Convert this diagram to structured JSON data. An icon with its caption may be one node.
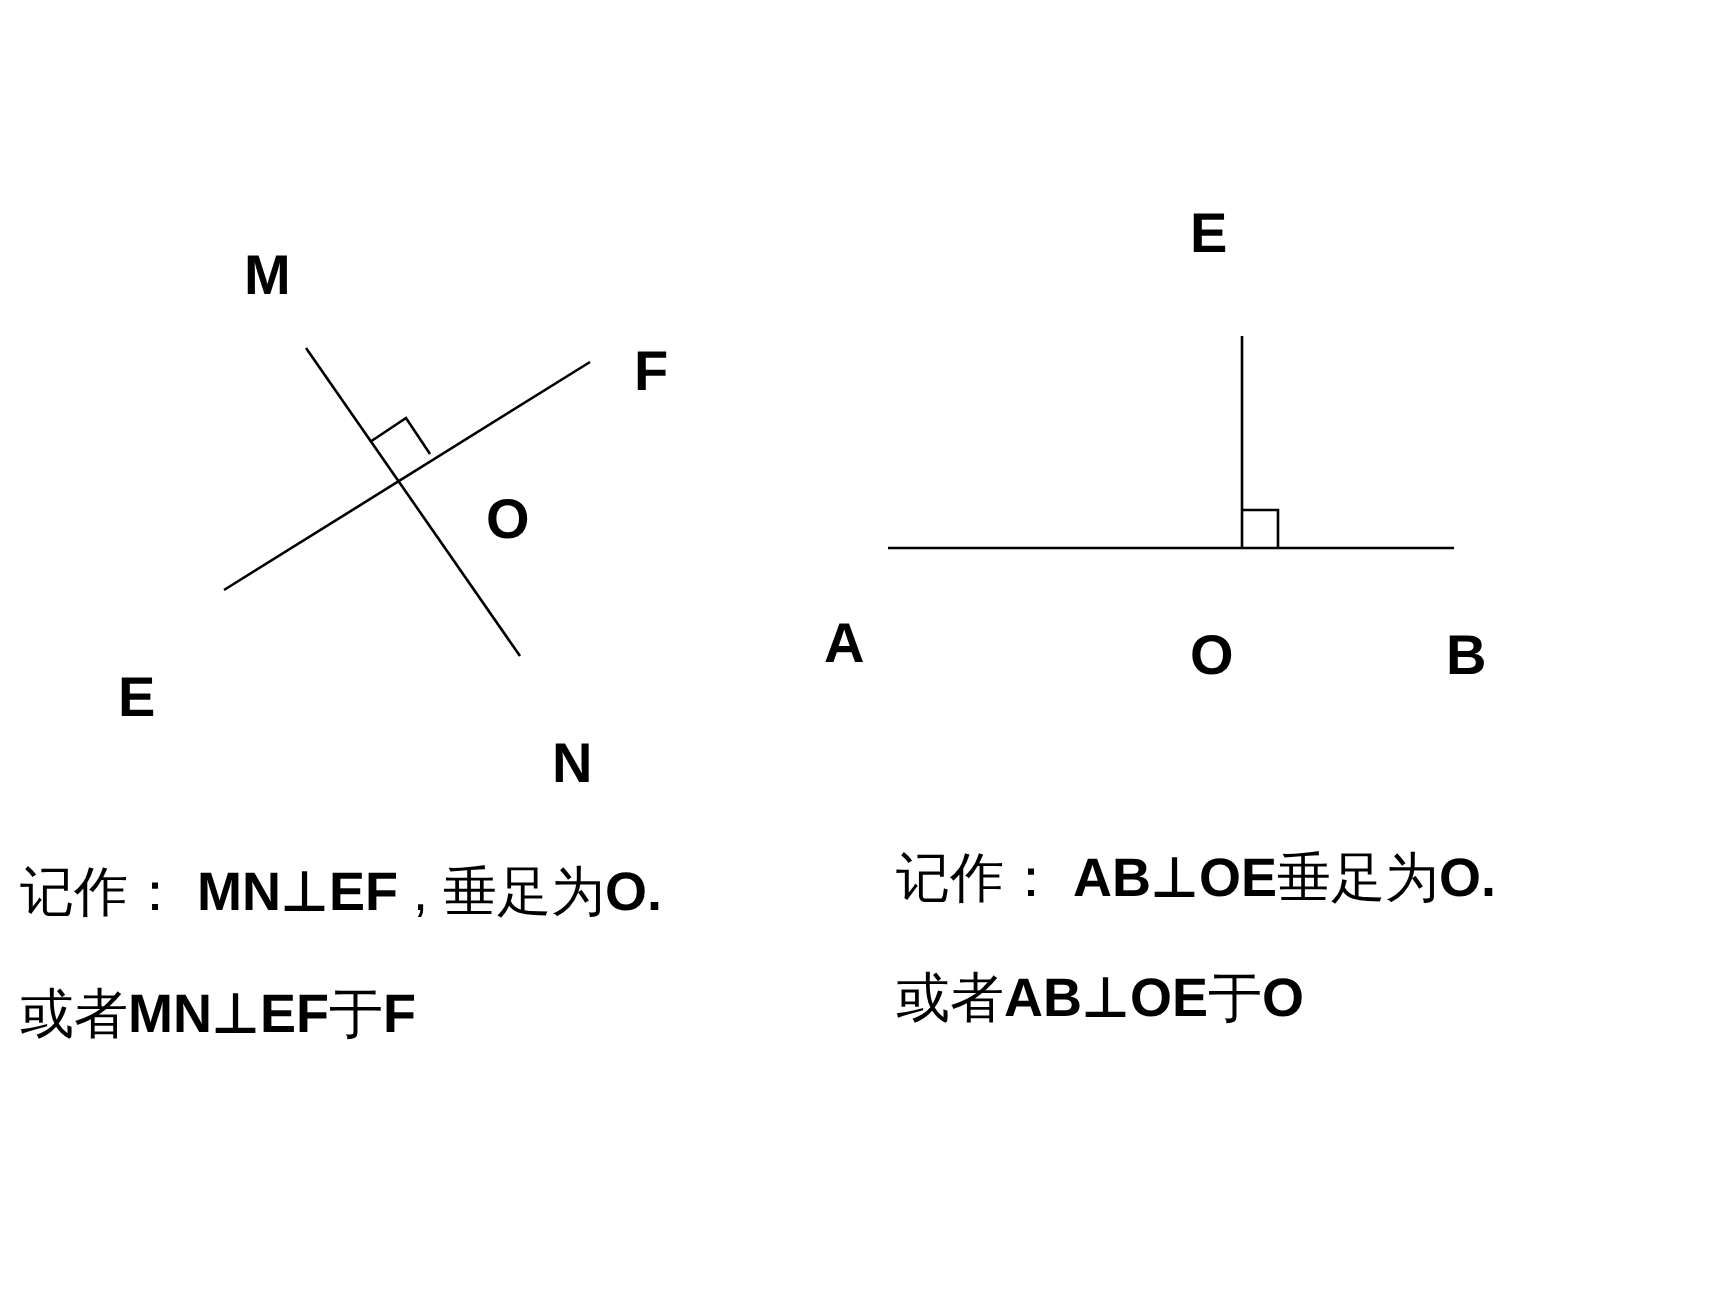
{
  "diagram": {
    "labels": [
      "M",
      "F",
      "O",
      "E",
      "N",
      "E",
      "A",
      "O",
      "B",
      "记作： **MN⊥EF** , 垂足为**O.**",
      "或者**MN⊥EF**于**F**",
      "记作： **AB⊥OE**垂足为**O.**",
      "或者**AB⊥OE**于**O**"
    ]
  }
}
